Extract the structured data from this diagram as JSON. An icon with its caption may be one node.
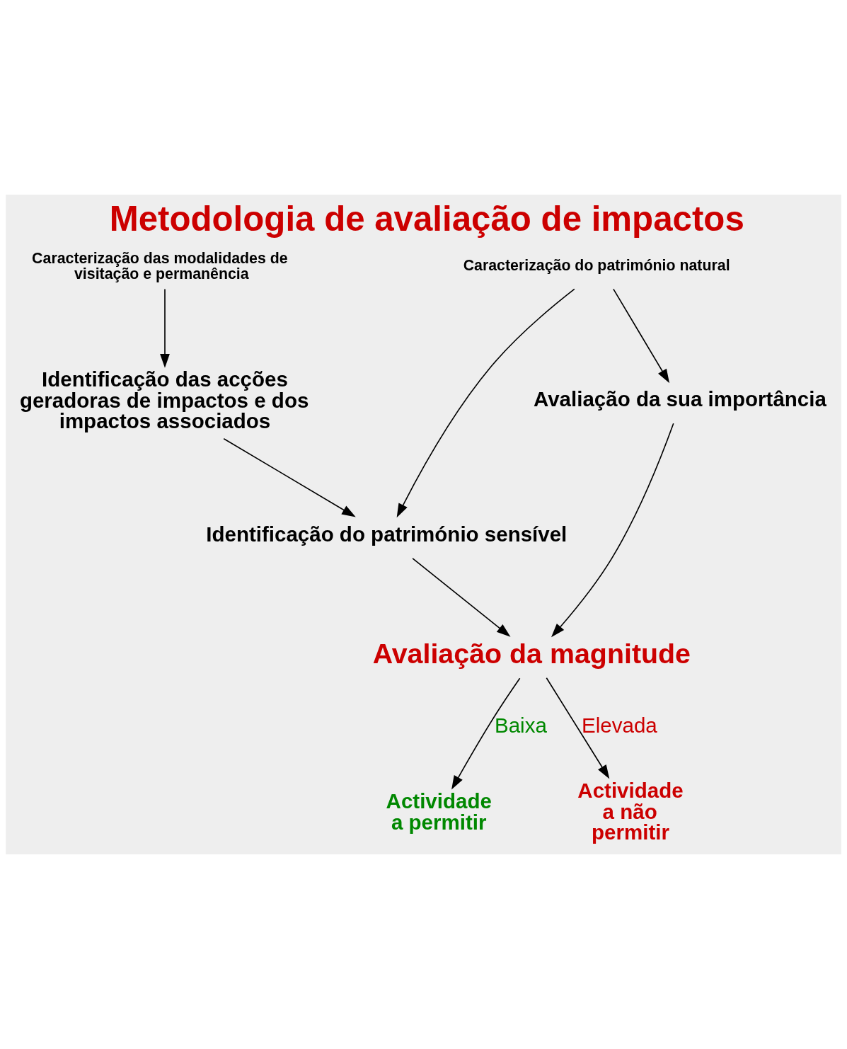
{
  "diagram": {
    "title": "Metodologia de avaliação de impactos",
    "nodes": [
      {
        "text": [
          "Caracterização das modalidades de visitação e permanência"
        ]
      },
      {
        "text": [
          "Caracterização do património natural"
        ]
      },
      {
        "text": [
          "Identificação das acções geradoras de impactos e dos impactos associados"
        ]
      },
      {
        "text": [
          "Avaliação da sua importância"
        ]
      },
      {
        "text": [
          "Identificação do património sensível"
        ]
      },
      {
        "text": [
          "Avaliação da magnitude"
        ]
      },
      {
        "text": [
          "Actividade a permitir"
        ]
      },
      {
        "text": [
          "Actividade a não permitir"
        ]
      }
    ],
    "edges": [
      {
        "from": 0,
        "to": 2,
        "arrow": "to"
      },
      {
        "from": 1,
        "to": 4,
        "arrow": "to"
      },
      {
        "from": 1,
        "to": 3,
        "arrow": "to"
      },
      {
        "from": 2,
        "to": 4,
        "arrow": "to"
      },
      {
        "from": 3,
        "to": 5,
        "arrow": "to"
      },
      {
        "from": 4,
        "to": 5,
        "arrow": "to"
      },
      {
        "from": 5,
        "to": 6,
        "label": "Baixa",
        "arrow": "to"
      },
      {
        "from": 5,
        "to": 7,
        "label": "Elevada",
        "arrow": "to"
      }
    ]
  }
}
